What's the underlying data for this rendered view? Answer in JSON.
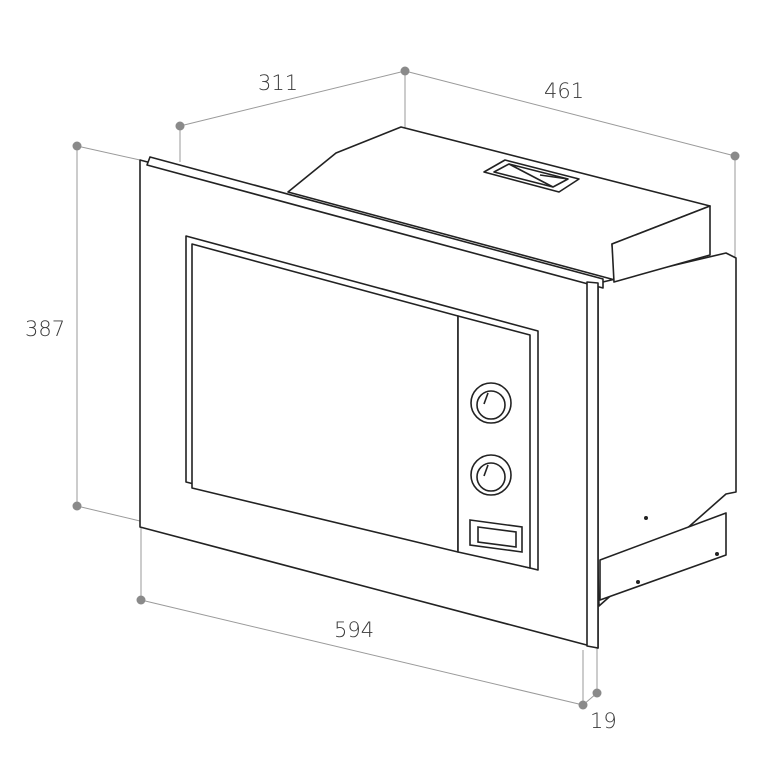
{
  "dimensions": {
    "depth_cabinet": "311",
    "depth_total": "461",
    "height": "387",
    "width": "594",
    "frame_thickness": "19"
  },
  "colors": {
    "line": "#222222",
    "dim_line": "#9a9a9a",
    "dim_dot": "#8a8a8a",
    "text": "#3a3a3a"
  }
}
